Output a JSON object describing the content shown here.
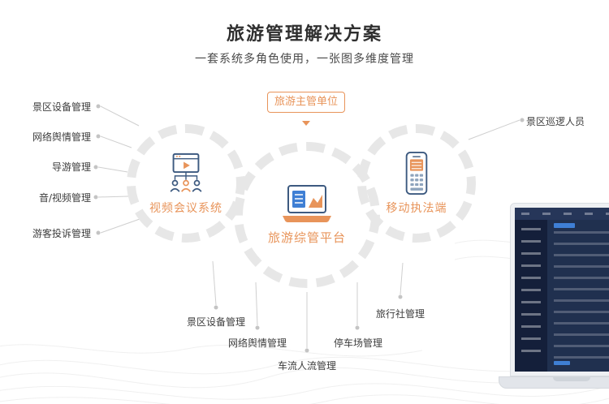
{
  "header": {
    "title": "旅游管理解决方案",
    "subtitle": "一套系统多角色使用，一张图多维度管理"
  },
  "diagram": {
    "top_box_label": "旅游主管单位",
    "nodes": {
      "left": "视频会议系统",
      "center": "旅游综管平台",
      "right": "移动执法端"
    },
    "left_labels": [
      "景区设备管理",
      "网络舆情管理",
      "导游管理",
      "音/视频管理",
      "游客投诉管理"
    ],
    "right_labels": [
      "景区巡逻人员"
    ],
    "bottom_labels": [
      "景区设备管理",
      "网络舆情管理",
      "车流人流管理",
      "停车场管理",
      "旅行社管理"
    ]
  },
  "colors": {
    "accent_orange": "#E8945A",
    "icon_blue": "#3D5A80",
    "icon_screen_blue": "#3F7FD4",
    "connector_gray": "#CFCFCF",
    "ring_gray": "#E7E7E7",
    "dashboard_navy": "#1C2947"
  }
}
